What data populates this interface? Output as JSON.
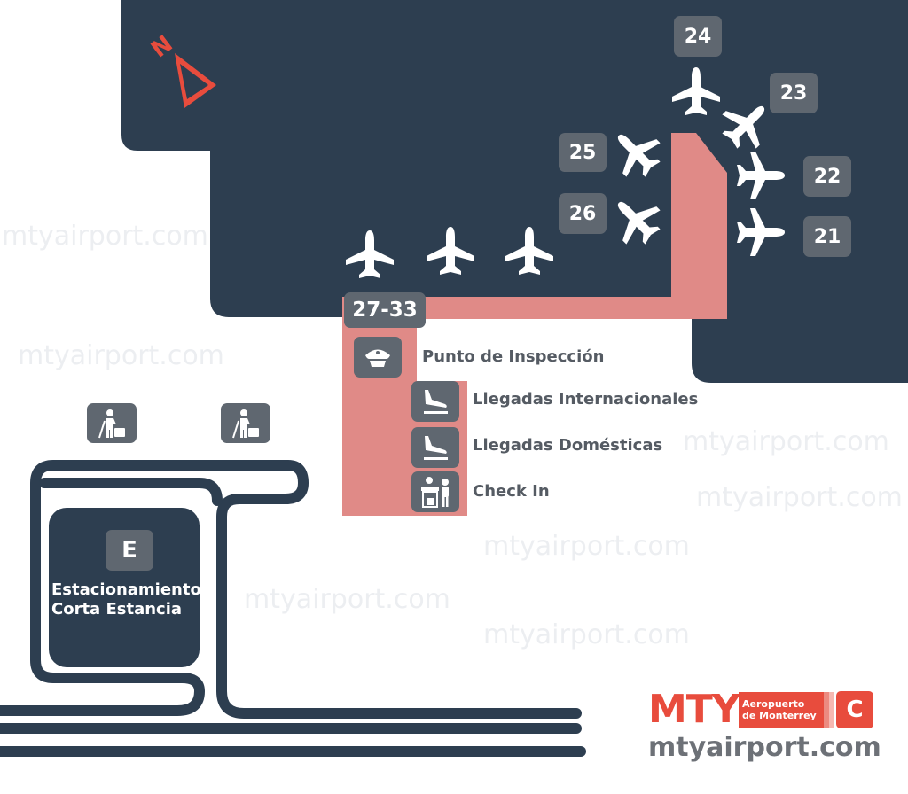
{
  "watermark": "mtyairport.com",
  "colors": {
    "terminal": "#2d3e50",
    "corridor": "#e08a87",
    "badge": "#5f6770",
    "brand": "#e84c3d",
    "compass": "#e84c3d"
  },
  "compass": {
    "label": "N",
    "icon": "north-arrow-icon"
  },
  "gates": [
    {
      "label": "24",
      "icon": "airplane-icon"
    },
    {
      "label": "23",
      "icon": "airplane-icon"
    },
    {
      "label": "25",
      "icon": "airplane-icon"
    },
    {
      "label": "22",
      "icon": "airplane-icon"
    },
    {
      "label": "26",
      "icon": "airplane-icon"
    },
    {
      "label": "21",
      "icon": "airplane-icon"
    },
    {
      "label": "27-33",
      "icon": "airplane-icon"
    }
  ],
  "services": [
    {
      "label": "Punto de Inspección",
      "icon": "security-officer-cap-icon"
    },
    {
      "label": "Llegadas Internacionales",
      "icon": "arrivals-icon"
    },
    {
      "label": "Llegadas Domésticas",
      "icon": "arrivals-icon"
    },
    {
      "label": "Check In",
      "icon": "check-in-counter-icon"
    }
  ],
  "parking": {
    "badge": "E",
    "line1": "Estacionamiento",
    "line2": "Corta Estancia"
  },
  "pickup_icons": [
    "passenger-with-luggage-icon",
    "passenger-with-luggage-icon"
  ],
  "logo": {
    "mty": "MTY",
    "sub1": "Aeropuerto",
    "sub2": "de Monterrey",
    "terminal": "C",
    "url": "mtyairport.com"
  }
}
